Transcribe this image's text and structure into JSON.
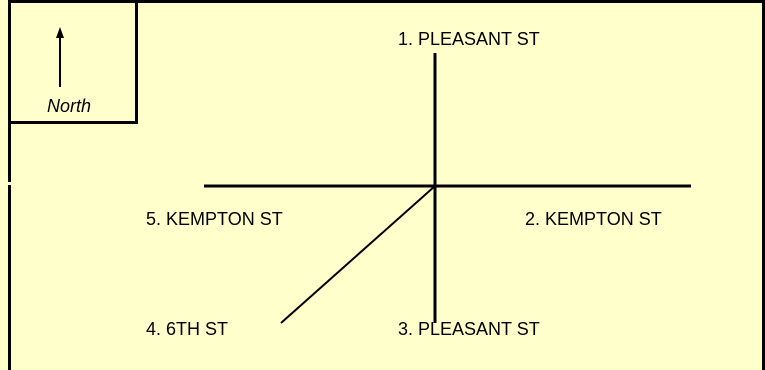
{
  "compass": {
    "label": "North",
    "icon": "north-arrow-icon"
  },
  "streets": [
    {
      "number": "1",
      "text": "1. PLEASANT ST"
    },
    {
      "number": "2",
      "text": "2. KEMPTON ST"
    },
    {
      "number": "3",
      "text": "3. PLEASANT ST"
    },
    {
      "number": "4",
      "text": "4. 6TH ST"
    },
    {
      "number": "5",
      "text": "5. KEMPTON ST"
    }
  ],
  "colors": {
    "background": "#ffffcc",
    "lines": "#000000"
  }
}
